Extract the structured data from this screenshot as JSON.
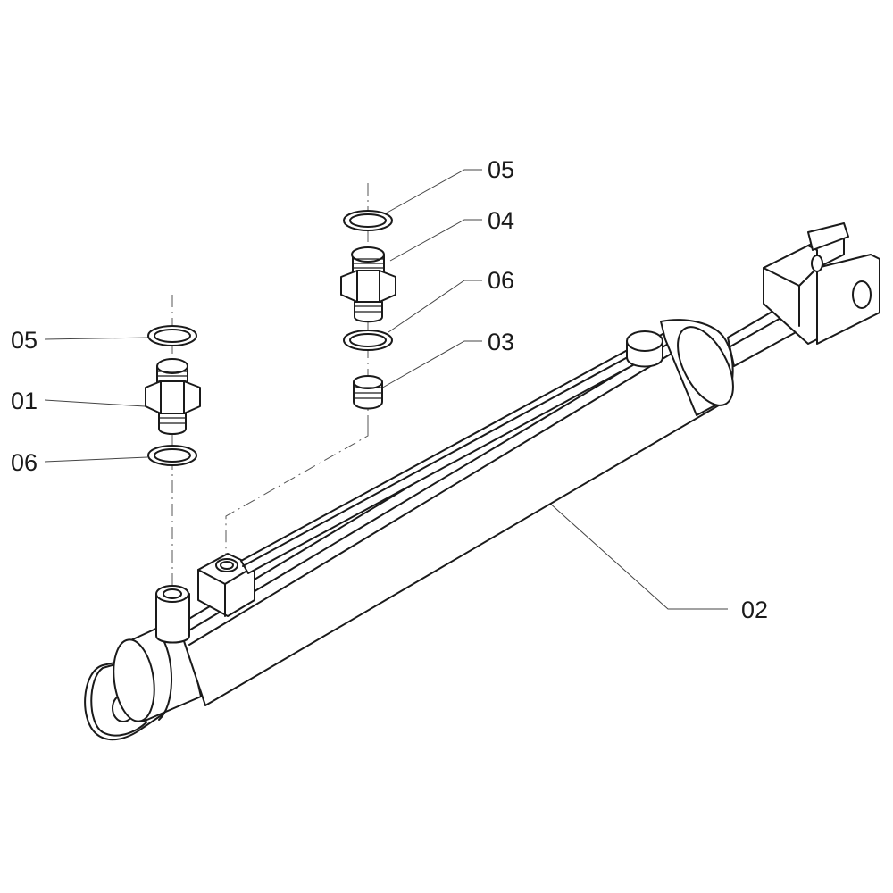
{
  "diagram": {
    "callouts": [
      {
        "id": "05",
        "label": "05"
      },
      {
        "id": "04",
        "label": "04"
      },
      {
        "id": "06",
        "label": "06"
      },
      {
        "id": "03",
        "label": "03"
      },
      {
        "id": "05b",
        "label": "05"
      },
      {
        "id": "01",
        "label": "01"
      },
      {
        "id": "06b",
        "label": "06"
      },
      {
        "id": "02",
        "label": "02"
      }
    ]
  }
}
